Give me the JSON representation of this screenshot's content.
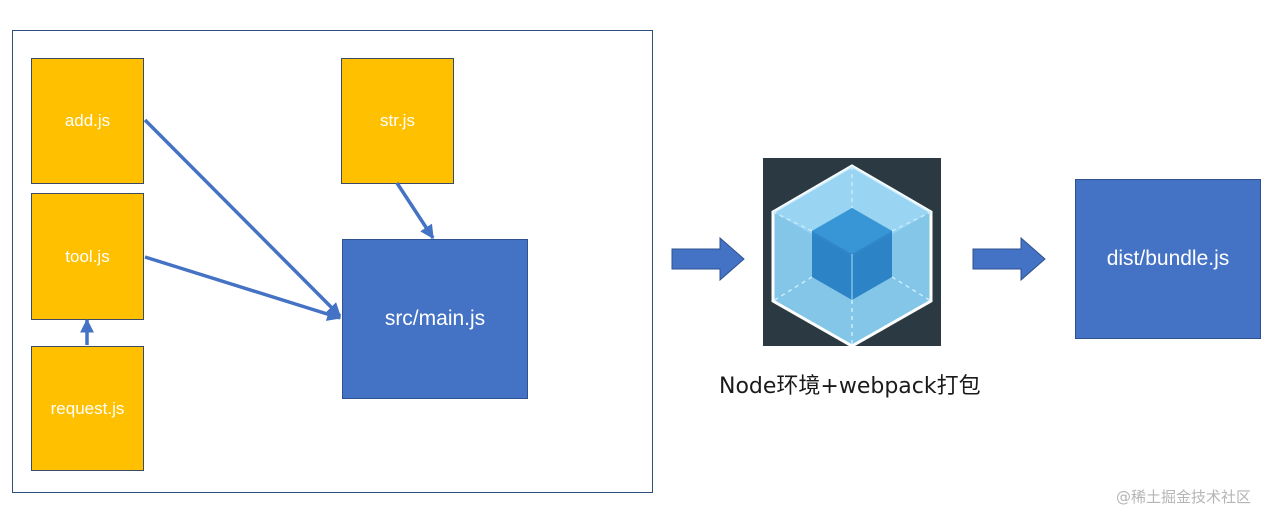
{
  "nodes": {
    "add": "add.js",
    "tool": "tool.js",
    "request": "request.js",
    "str": "str.js",
    "main": "src/main.js",
    "bundle": "dist/bundle.js"
  },
  "caption": "Node环境+webpack打包",
  "watermark": "@稀土掘金技术社区",
  "icons": [
    "webpack-cube-logo-icon",
    "right-block-arrow-icon"
  ],
  "colors": {
    "module_fill": "#ffc000",
    "entry_fill": "#4472c4",
    "arrow": "#4472c4",
    "logo_bg": "#2b3a42",
    "logo_outer": "#8ed6fb",
    "logo_inner": "#1c78c0"
  }
}
